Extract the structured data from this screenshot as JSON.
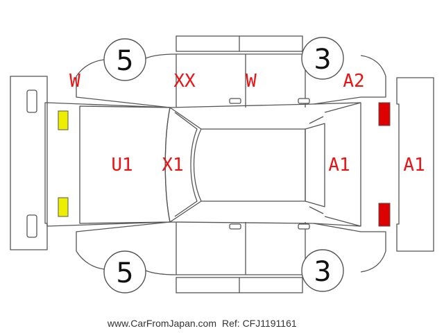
{
  "colors": {
    "outline": "#555555",
    "damage_code": "#ee1111",
    "lamp_front": "#eeee00",
    "lamp_rear": "#dd0000",
    "text_dark": "#111111"
  },
  "tyres": {
    "top_left": "5",
    "top_right": "3",
    "bottom_left": "5",
    "bottom_right": "3"
  },
  "damage_codes": {
    "top_front_fender": "W",
    "top_front_door": "XX",
    "top_rear_door": "W",
    "top_rear_quarter": "A2",
    "hood": "U1",
    "windshield": "X1",
    "rear_glass": "A1",
    "rear_bumper": "A1"
  },
  "footer": {
    "site": "www.CarFromJapan.com",
    "ref": "Ref: CFJ1191161"
  }
}
